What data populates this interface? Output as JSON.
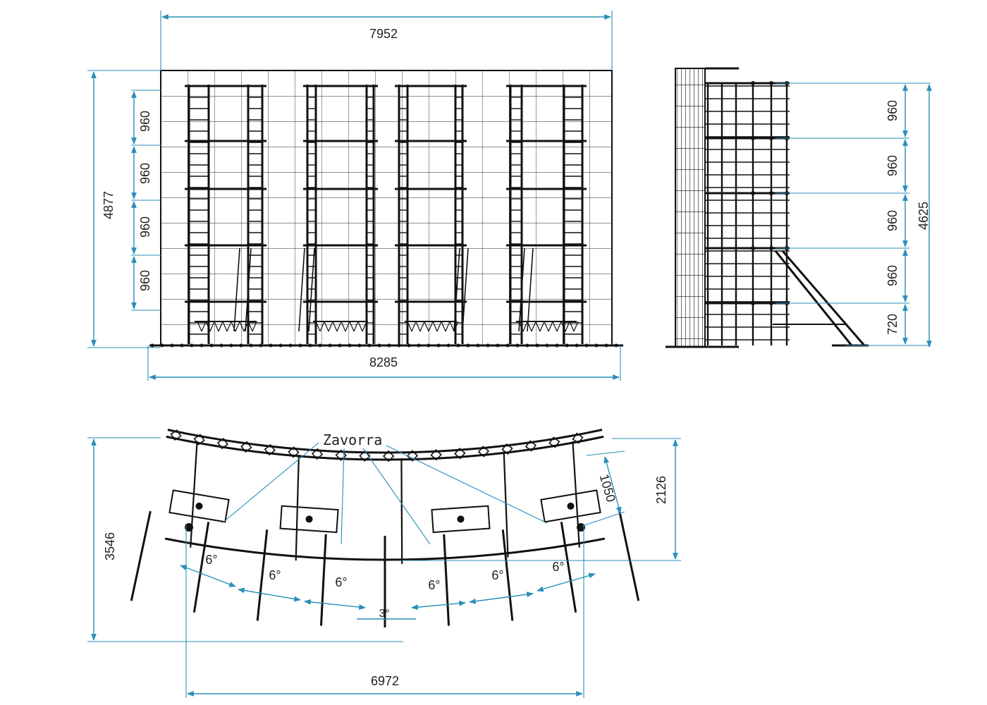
{
  "front_elevation": {
    "width_top": "7952",
    "width_bottom": "8285",
    "height_total": "4877",
    "segments": [
      "960",
      "960",
      "960",
      "960"
    ]
  },
  "side_elevation": {
    "height_total": "4625",
    "segments": [
      "960",
      "960",
      "960",
      "960",
      "720"
    ]
  },
  "plan_view": {
    "ballast_label": "Zavorra",
    "depth_total": "3546",
    "depth_partial": "2126",
    "panel_length": "1050",
    "chord_width": "6972",
    "angles": [
      "6°",
      "6°",
      "6°",
      "6°",
      "6°",
      "6°"
    ],
    "center_angle": "3°"
  },
  "colors": {
    "dimension": "#2a8fb8",
    "ink": "#111111"
  }
}
